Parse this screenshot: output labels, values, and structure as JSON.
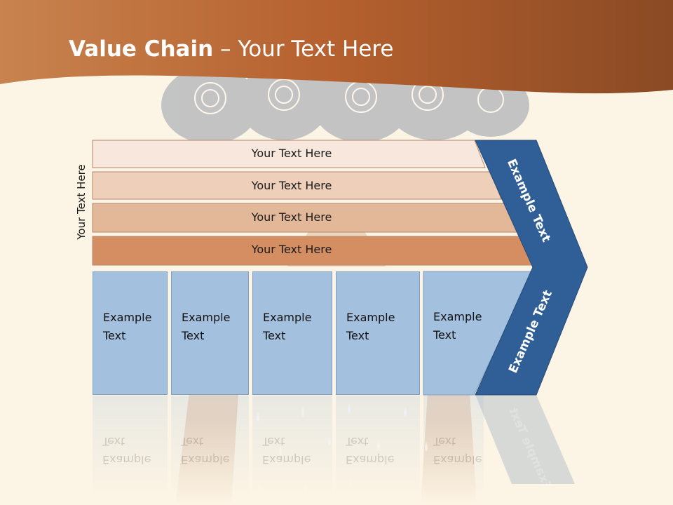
{
  "slide": {
    "title_bold": "Value Chain",
    "title_rest": " – Your Text Here",
    "side_label": "Your Text Here"
  },
  "support_bars": [
    {
      "label": "Your Text Here",
      "color": "#f7e7dc"
    },
    {
      "label": "Your Text Here",
      "color": "#edcfba"
    },
    {
      "label": "Your Text Here",
      "color": "#e2b898"
    },
    {
      "label": "Your Text Here",
      "color": "#d48e62"
    }
  ],
  "primary_columns": [
    {
      "line1": "Example",
      "line2": "Text"
    },
    {
      "line1": "Example",
      "line2": "Text"
    },
    {
      "line1": "Example",
      "line2": "Text"
    },
    {
      "line1": "Example",
      "line2": "Text"
    },
    {
      "line1": "Example",
      "line2": "Text"
    }
  ],
  "margin_arrow": {
    "upper_label": "Example Text",
    "lower_label": "Example Text",
    "color": "#2f5f96"
  },
  "colors": {
    "header": "#b9632f",
    "background": "#fcf4e4",
    "column_fill": "#a3c1df"
  }
}
